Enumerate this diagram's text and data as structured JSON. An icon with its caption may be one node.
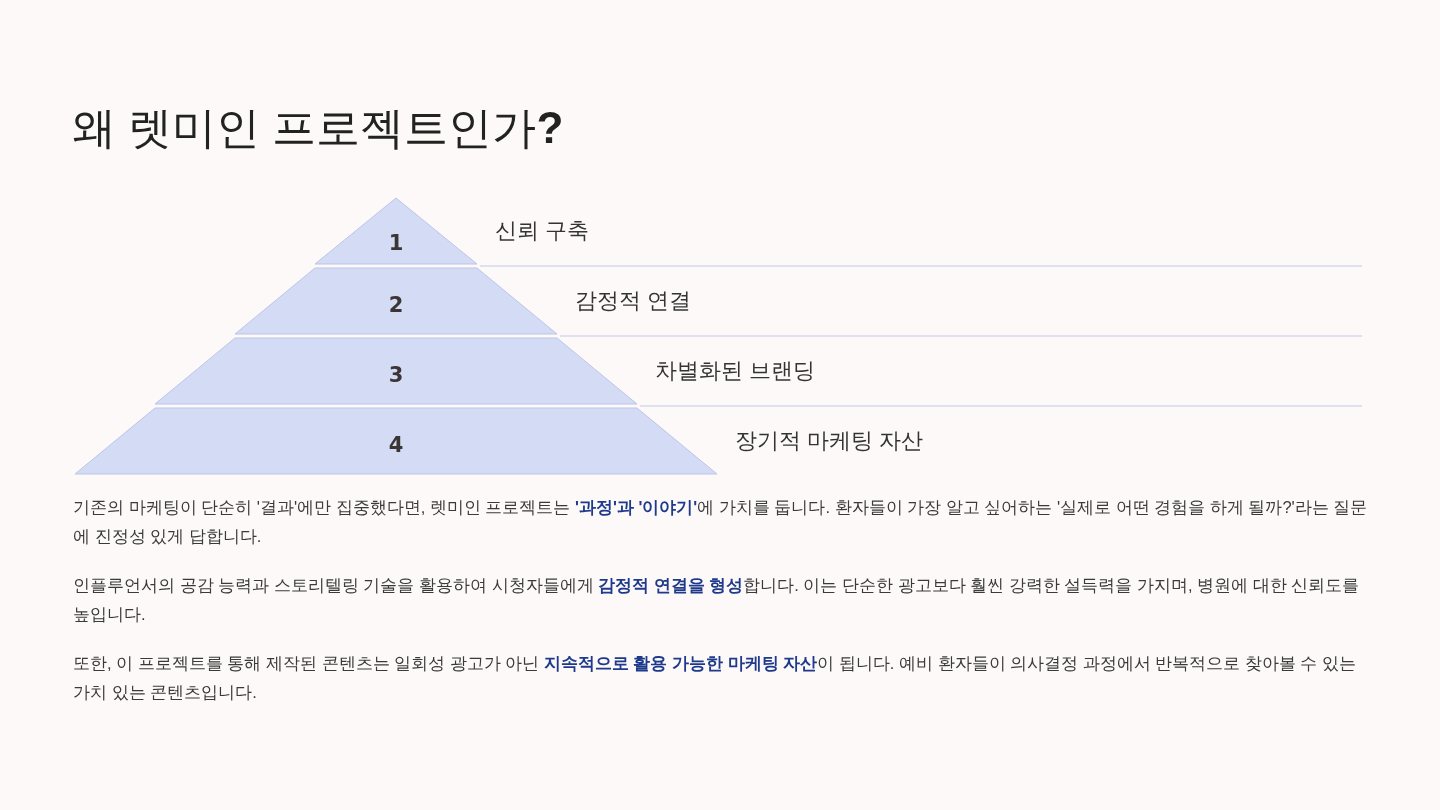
{
  "diagram": {
    "title": "왜 렛미인 프로젝트인가**?**",
    "nodes": [
      {
        "text": [
          "1"
        ],
        "beside": [
          "신뢰 구축"
        ]
      },
      {
        "text": [
          "2"
        ],
        "beside": [
          "감정적 연결"
        ]
      },
      {
        "text": [
          "3"
        ],
        "beside": [
          "차별화된 브랜딩"
        ]
      },
      {
        "text": [
          "4"
        ],
        "beside": [
          "장기적 마케팅 자산"
        ]
      }
    ],
    "edges": [],
    "labels": [
      "기존의 마케팅이 단순히 '결과'에만 집중했다면, 렛미인 프로젝트는 **'과정'과 '이야기'**에 가치를 둡니다. 환자들이 가장 알고 싶어하는 '실제로 어떤 경험을 하게 될까?'라는 질문에 진정성 있게 답합니다.",
      "인플루언서의 공감 능력과 스토리텔링 기술을 활용하여 시청자들에게 **감정적 연결을 형성**합니다. 이는 단순한 광고보다 훨씬 강력한 설득력을 가지며, 병원에 대한 신뢰도를 높입니다.",
      "또한, 이 프로젝트를 통해 제작된 콘텐츠는 일회성 광고가 아닌 **지속적으로 활용 가능한 마케팅 자산**이 됩니다. 예비 환자들이 의사결정 과정에서 반복적으로 찾아볼 수 있는 가치 있는 콘텐츠입니다."
    ]
  }
}
